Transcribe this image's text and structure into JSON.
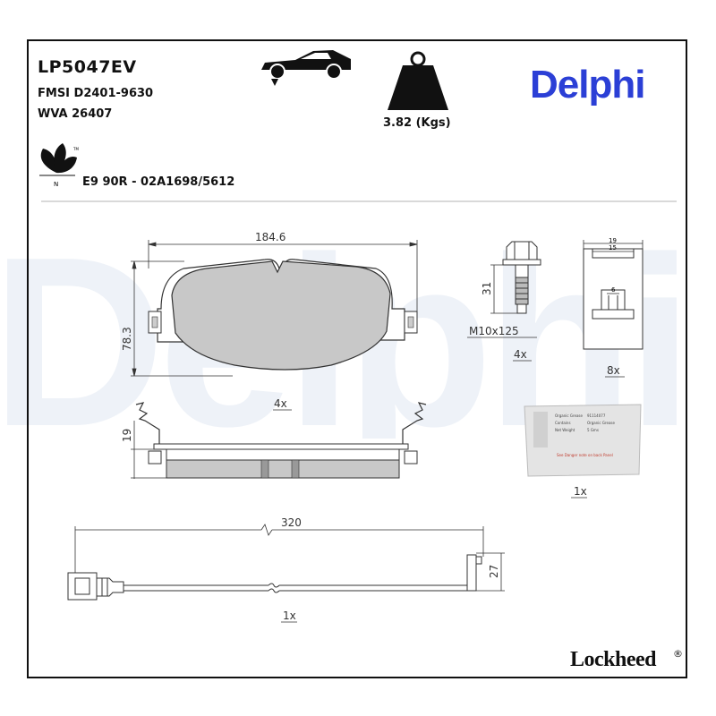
{
  "product": {
    "code": "LP5047EV",
    "fmsi": "FMSI D2401-9630",
    "wva": "WVA 26407",
    "weight": "3.82 (Kgs)",
    "ece_approval": "E9 90R - 02A1698/5612",
    "eco_mark_letter": "N",
    "eco_mark_tm": "TM"
  },
  "brand": {
    "name": "Delphi",
    "color": "#2b3fd6",
    "watermark_color": "#eef2f8"
  },
  "footer": {
    "brand": "Lockheed",
    "registered": "®"
  },
  "icons": [
    "car-icon",
    "weight-icon",
    "eco-leaves-icon"
  ],
  "dimensions": {
    "pad_width": "184.6",
    "pad_height": "78.3",
    "pad_thickness": "19",
    "pad_qty": "4x",
    "bolt_length": "31",
    "bolt_thread": "M10x125",
    "bolt_qty": "4x",
    "clip_width_outer": "19",
    "clip_width_inner": "15",
    "clip_tab": "6",
    "clip_qty": "8x",
    "grease_qty": "1x",
    "sensor_length": "320",
    "sensor_height": "27",
    "sensor_qty": "1x"
  },
  "grease_sachet": {
    "rows": [
      [
        "Organic Grease",
        "91114077"
      ],
      [
        "Contains",
        "Organic Grease"
      ],
      [
        "Net Weight",
        "5 Gms"
      ]
    ],
    "warning": "See Danger note on back Panel"
  }
}
